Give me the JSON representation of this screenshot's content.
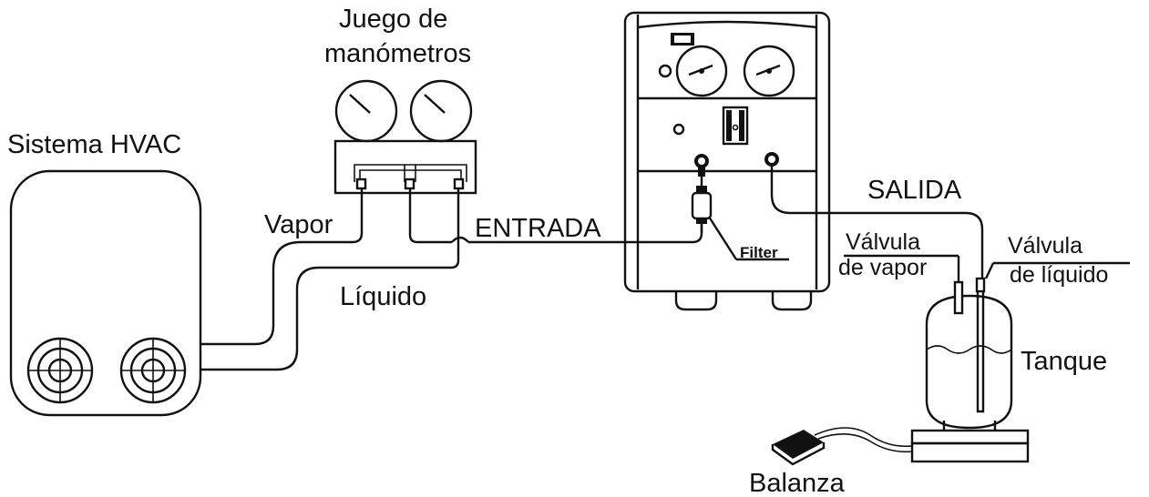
{
  "labels": {
    "hvac_system": "Sistema HVAC",
    "gauge_set_line1": "Juego de",
    "gauge_set_line2": "manómetros",
    "vapor": "Vapor",
    "liquid": "Líquido",
    "inlet": "ENTRADA",
    "outlet": "SALIDA",
    "filter": "Filter",
    "vapor_valve_line1": "Válvula",
    "vapor_valve_line2": "de vapor",
    "liquid_valve_line1": "Válvula",
    "liquid_valve_line2": "de líquido",
    "tank": "Tanque",
    "scale": "Balanza"
  },
  "colors": {
    "line": "#111111",
    "background": "#ffffff"
  }
}
